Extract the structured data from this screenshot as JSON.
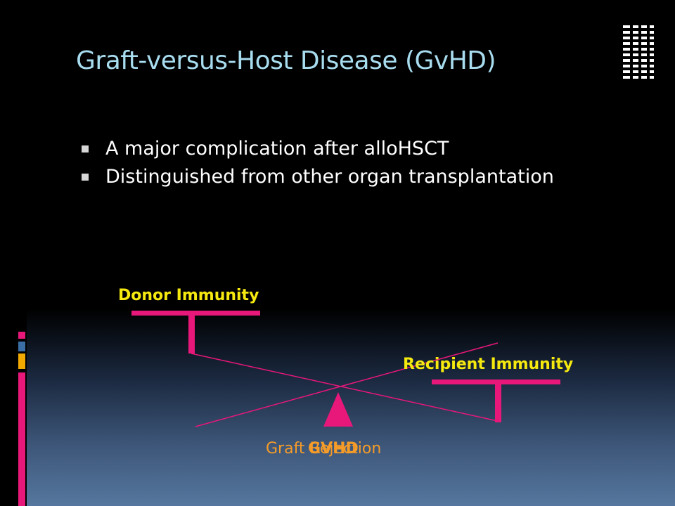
{
  "colors": {
    "title": "#a8dcef",
    "bullet": "#ffffff",
    "bullet_marker": "#d7d7d7",
    "beam": "#e8177a",
    "label_yellow": "#f5e90f",
    "label_orange": "#f59b28",
    "accent_square_1": "#3a6ea5",
    "accent_square_2": "#f2a900",
    "accent_square_3": "#e8177a"
  },
  "slide": {
    "title": "Graft-versus-Host Disease (GvHD)",
    "bullets": [
      "A major complication after alloHSCT",
      "Distinguished  from other organ transplantation"
    ]
  },
  "diagram": {
    "donor_label": "Donor Immunity",
    "recipient_label": "Recipient Immunity",
    "graft_rejection_label": "Graft Rejection",
    "gvhd_label": "GVHD"
  }
}
